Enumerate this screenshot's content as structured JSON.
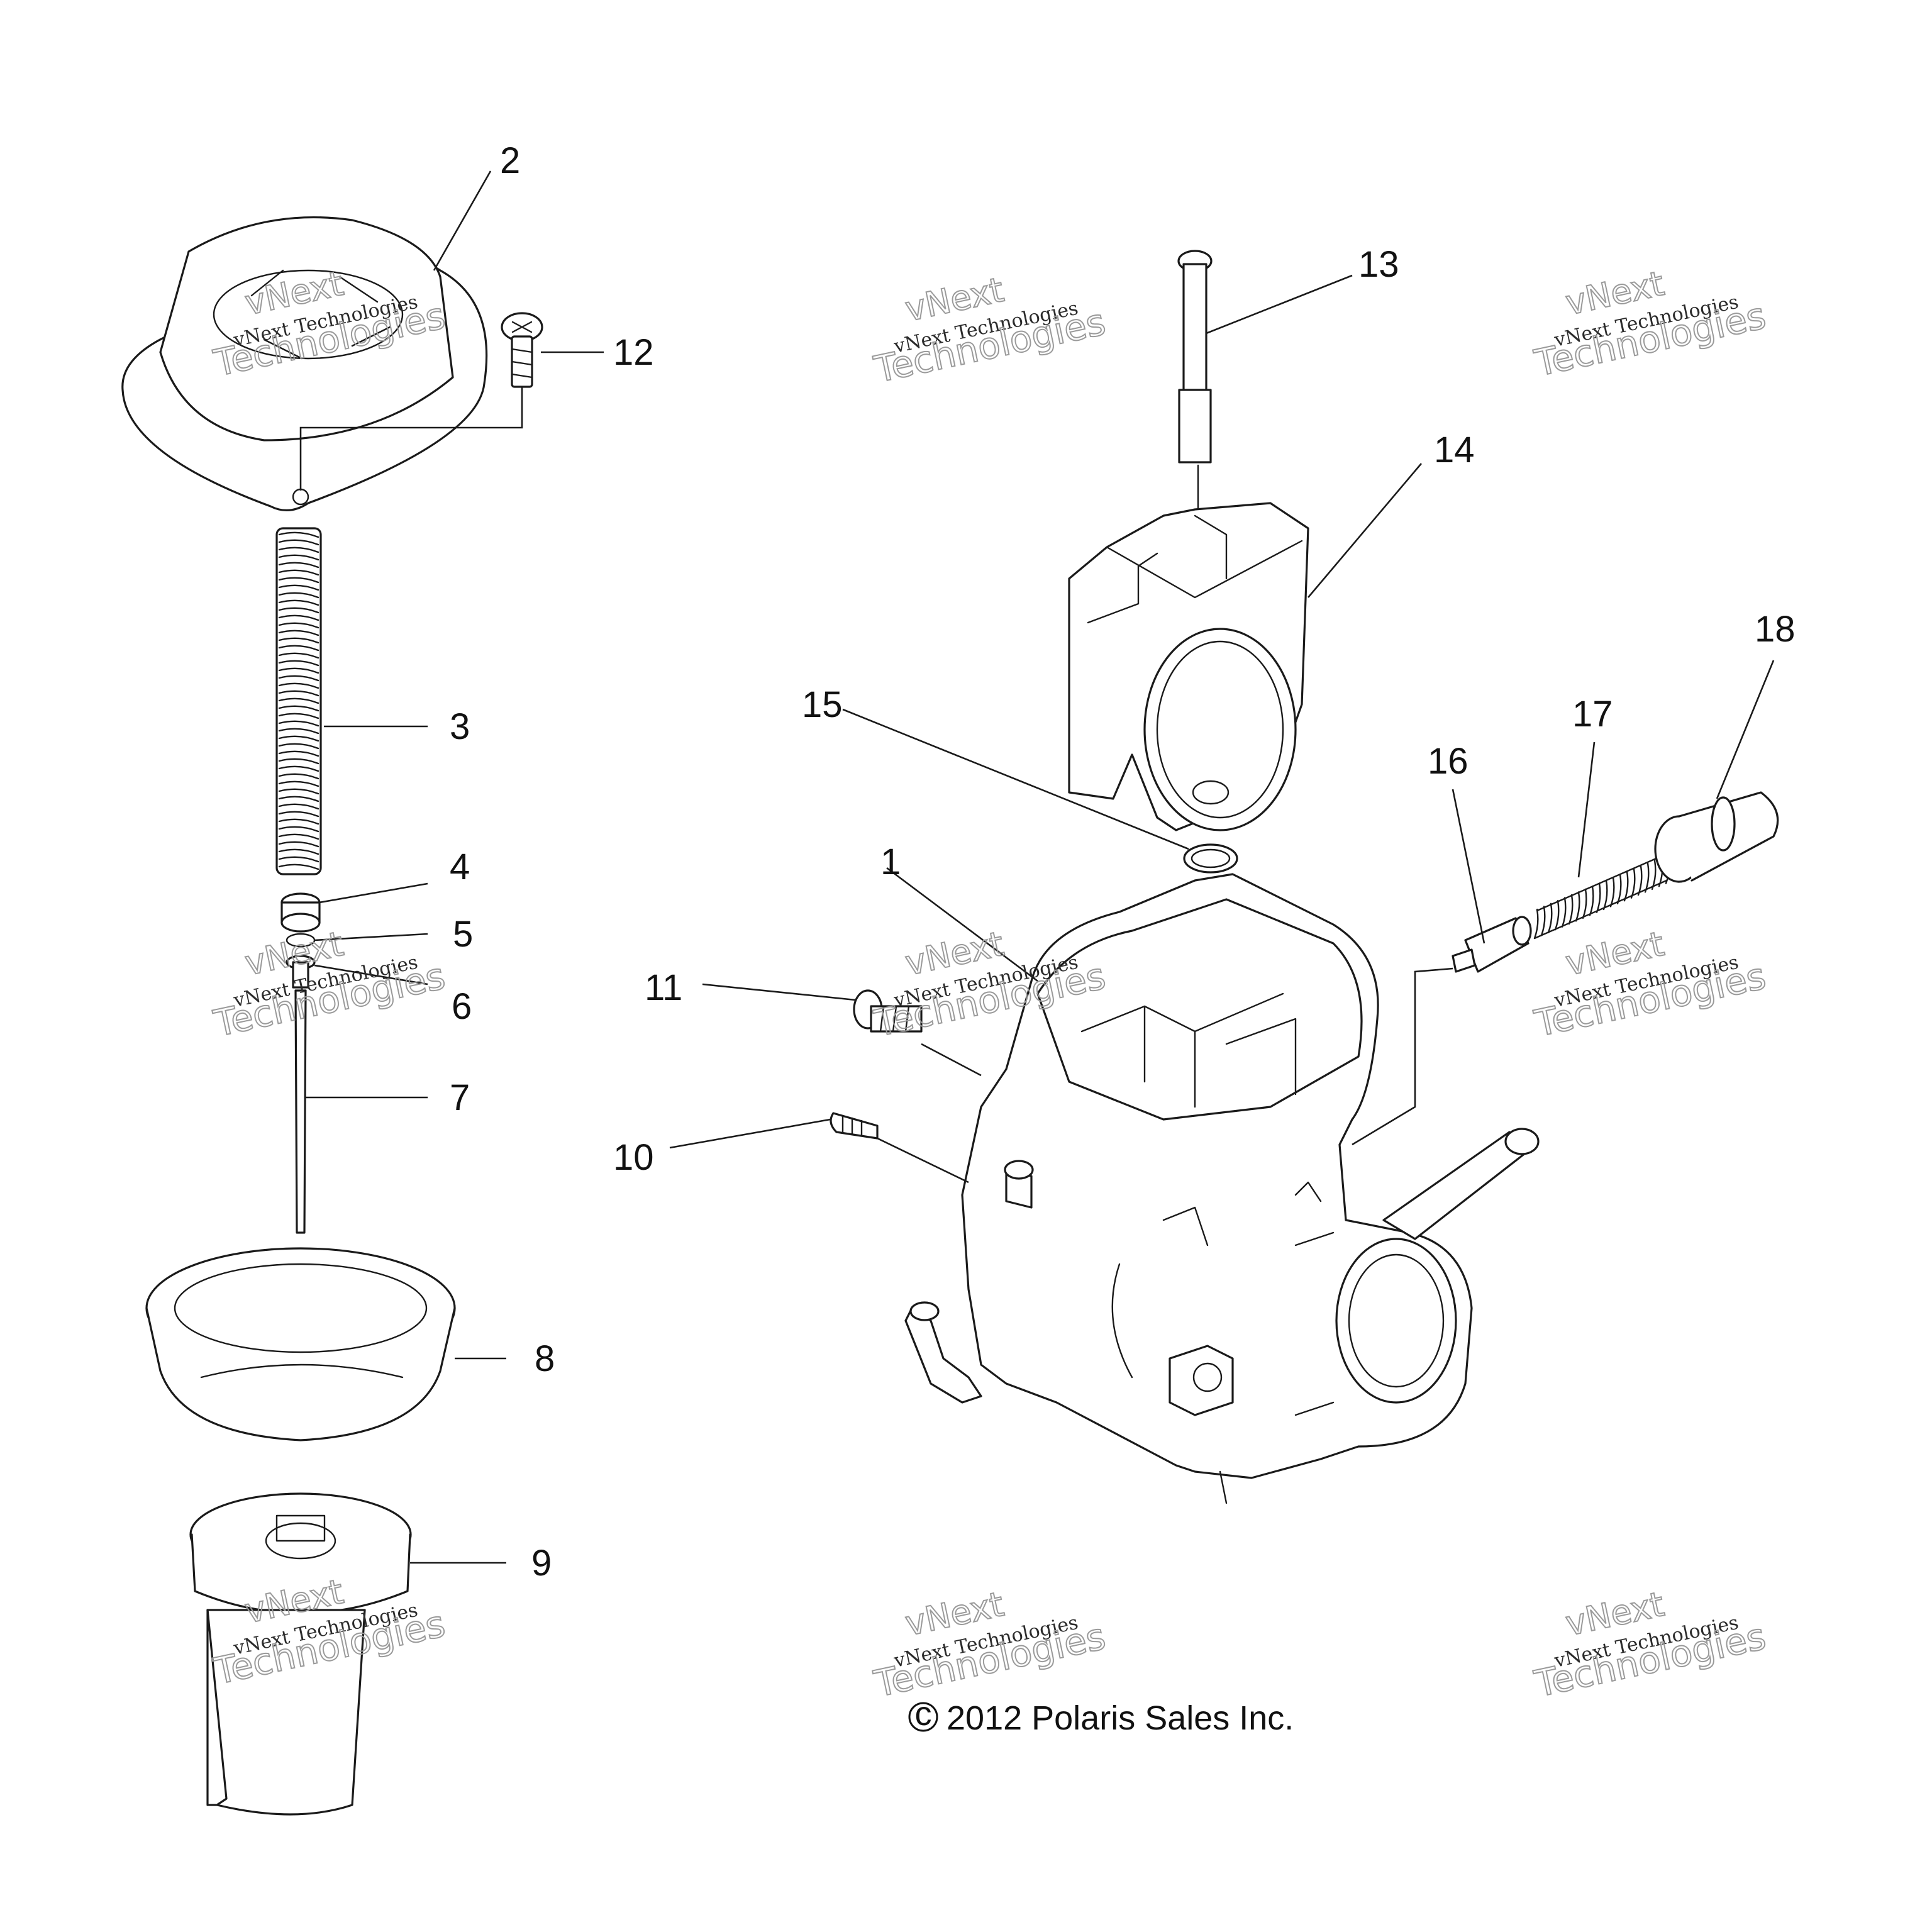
{
  "diagram": {
    "callouts": [
      "1",
      "2",
      "3",
      "4",
      "5",
      "6",
      "7",
      "8",
      "9",
      "10",
      "11",
      "12",
      "13",
      "14",
      "15",
      "16",
      "17",
      "18"
    ],
    "copyright_symbol": "c",
    "copyright_text": "2012 Polaris Sales Inc.",
    "watermark": {
      "line1": "vNext",
      "line2": "vNext Technologies",
      "line3": "Technologies"
    }
  }
}
